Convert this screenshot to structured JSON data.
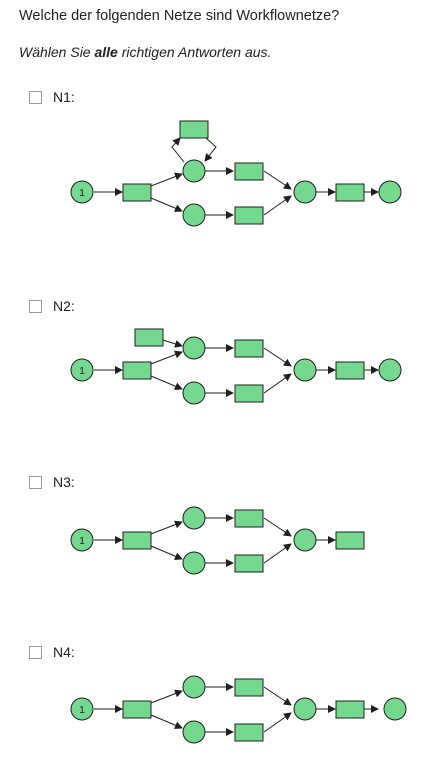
{
  "question": {
    "text": "Welche der folgenden Netze sind Workflownetze?",
    "instruction_pre": "Wählen Sie ",
    "instruction_bold": "alle",
    "instruction_post": " richtigen Antworten aus."
  },
  "options": [
    {
      "label": "N1:",
      "checked": false,
      "token": "1"
    },
    {
      "label": "N2:",
      "checked": false,
      "token": "1"
    },
    {
      "label": "N3:",
      "checked": false,
      "token": "1"
    },
    {
      "label": "N4:",
      "checked": false,
      "token": "1"
    }
  ],
  "colors": {
    "node_fill": "#74d98f",
    "stroke": "#1f1f1f",
    "checkbox_border": "#9a9a9a"
  }
}
